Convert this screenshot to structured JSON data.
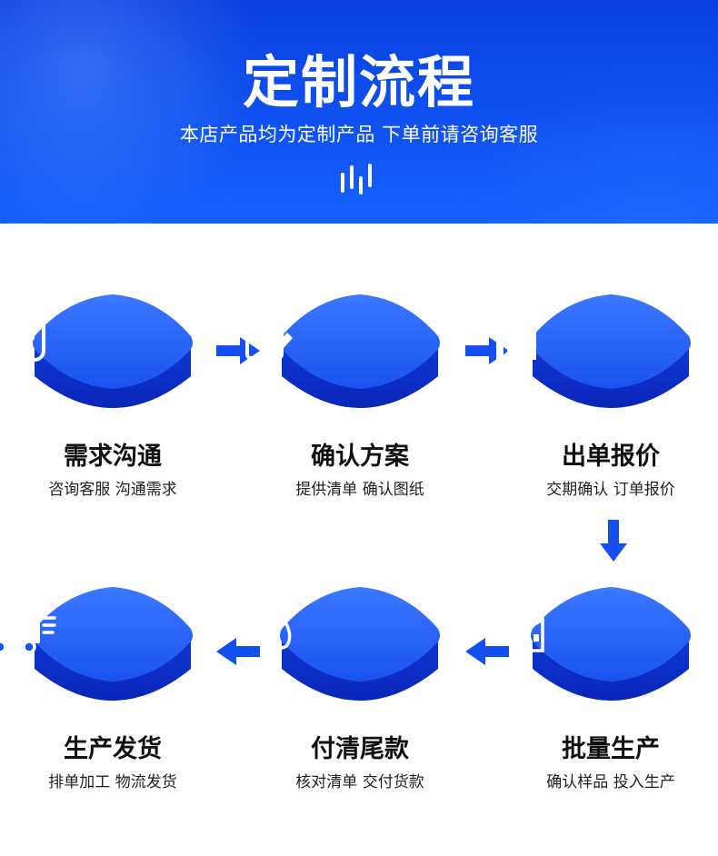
{
  "header": {
    "title": "定制流程",
    "subtitle": "本店产品均为定制产品  下单前请咨询客服"
  },
  "colors": {
    "brand": "#1257ff",
    "tile_top": "#2a66ff",
    "tile_side": "#0a2fcc",
    "arrow": "#1450f0"
  },
  "steps": [
    {
      "title": "需求沟通",
      "desc": "咨询客服 沟通需求",
      "icon": "list-icon"
    },
    {
      "title": "确认方案",
      "desc": "提供清单 确认图纸",
      "icon": "clipboard-edit-icon"
    },
    {
      "title": "出单报价",
      "desc": "交期确认 订单报价",
      "icon": "bar-chart-growth-icon"
    },
    {
      "title": "批量生产",
      "desc": "确认样品 投入生产",
      "icon": "factory-icon"
    },
    {
      "title": "付清尾款",
      "desc": "核对清单 交付货款",
      "icon": "money-bag-icon"
    },
    {
      "title": "生产发货",
      "desc": "排单加工 物流发货",
      "icon": "delivery-truck-icon"
    }
  ]
}
